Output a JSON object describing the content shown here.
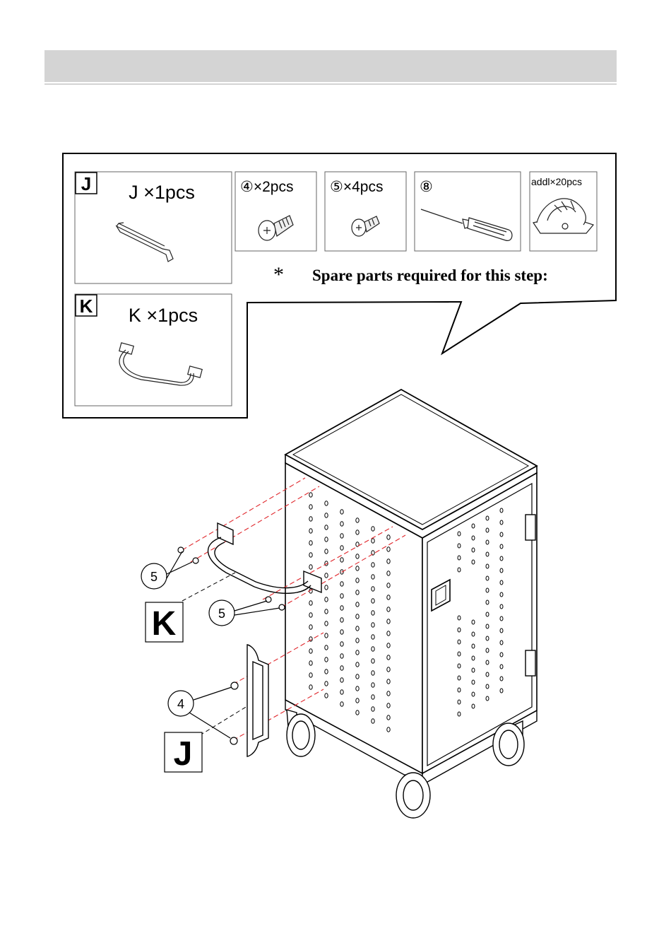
{
  "parts": {
    "j_letter": "J",
    "j_caption": "J ×1pcs",
    "k_letter": "K",
    "k_caption": "K ×1pcs",
    "screw4_caption": "④×2pcs",
    "screw5_caption": "⑤×4pcs",
    "tool8_caption": "⑧",
    "tie_caption": "addl×20pcs"
  },
  "callout": {
    "asterisk": "*",
    "text": "Spare parts required for this step:"
  },
  "diagram": {
    "k_label": "K",
    "j_label": "J",
    "screw5_callout_a": "5",
    "screw5_callout_b": "5",
    "screw4_callout": "4"
  }
}
